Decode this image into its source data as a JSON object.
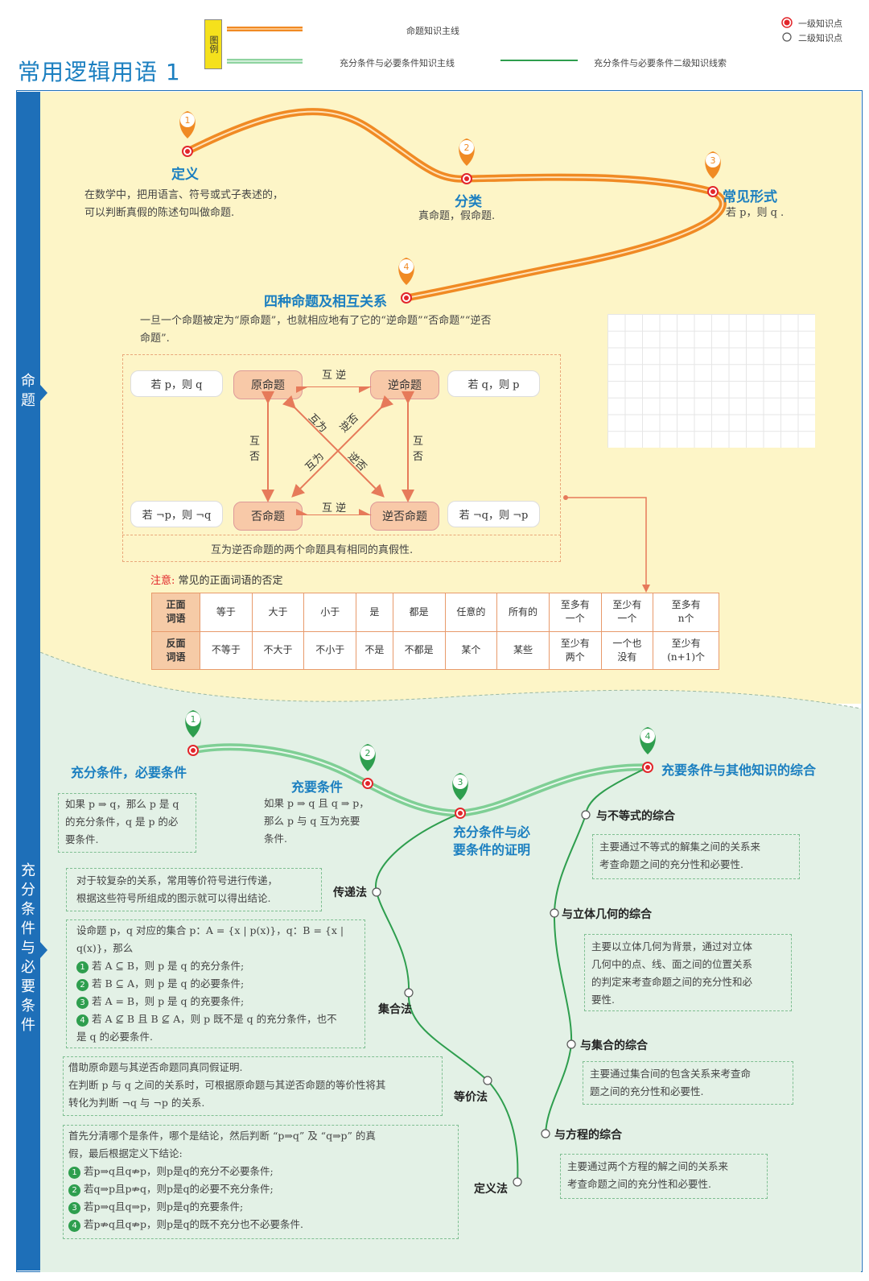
{
  "header": {
    "title": "常用逻辑用语 1",
    "legend_tag": "图例",
    "legend_main": "命题知识主线",
    "legend_green_main": "充分条件与必要条件知识主线",
    "legend_green_sub": "充分条件与必要条件二级知识线索",
    "legend_level1": "一级知识点",
    "legend_level2": "二级知识点"
  },
  "sidebar": {
    "top_label": "命题",
    "bottom_label": "充分条件与必要条件"
  },
  "proposition": {
    "nodes": [
      {
        "num": "1",
        "title": "定义",
        "text": "在数学中，把用语言、符号或式子表述的，\n可以判断真假的陈述句叫做命题."
      },
      {
        "num": "2",
        "title": "分类",
        "text": "真命题，假命题."
      },
      {
        "num": "3",
        "title": "常见形式",
        "text": "若 p，则 q ."
      },
      {
        "num": "4",
        "title": "四种命题及相互关系",
        "text": "一旦一个命题被定为“原命题”，也就相应地有了它的“逆命题”“否命题”“逆否\n命题”."
      }
    ],
    "diagram": {
      "original": "原命题",
      "converse": "逆命题",
      "inverse": "否命题",
      "contrapositive": "逆否命题",
      "form_original": "若 p，则 q",
      "form_converse": "若 q，则 p",
      "form_inverse": "若 ¬p，则 ¬q",
      "form_contrapositive": "若 ¬q，则 ¬p",
      "rel_top": "互 逆",
      "rel_bottom": "互 逆",
      "rel_left": "互\n否",
      "rel_right": "互\n否",
      "rel_diag1a": "互为",
      "rel_diag1b": "逆否",
      "rel_diag2a": "互为",
      "rel_diag2b": "逆否",
      "caption": "互为逆否命题的两个命题具有相同的真假性."
    },
    "note_label": "注意:",
    "note_text": "常见的正面词语的否定",
    "negation_table": {
      "row1_header": "正面\n词语",
      "row2_header": "反面\n词语",
      "positive": [
        "等于",
        "大于",
        "小于",
        "是",
        "都是",
        "任意的",
        "所有的",
        "至多有\n一个",
        "至少有\n一个",
        "至多有\nn个"
      ],
      "negative": [
        "不等于",
        "不大于",
        "不小于",
        "不是",
        "不都是",
        "某个",
        "某些",
        "至少有\n两个",
        "一个也\n没有",
        "至少有\n(n+1)个"
      ]
    }
  },
  "condition": {
    "nodes": [
      {
        "num": "1",
        "title": "充分条件，必要条件",
        "text": "如果 p ⇒ q，那么 p 是 q\n的充分条件，q 是 p 的必\n要条件."
      },
      {
        "num": "2",
        "title": "充要条件",
        "text": "如果 p ⇒ q 且 q ⇒ p，\n那么 p 与 q 互为充要\n条件."
      },
      {
        "num": "3",
        "title": "充分条件与必\n要条件的证明"
      },
      {
        "num": "4",
        "title": "充要条件与其他知识的综合"
      }
    ],
    "methods": [
      {
        "label": "传递法",
        "text": "对于较复杂的关系，常用等价符号进行传递，\n根据这些符号所组成的图示就可以得出结论."
      },
      {
        "label": "集合法",
        "intro": "设命题 p，q 对应的集合 p：A = {x | p(x)}，q：B = {x |\nq(x)}，那么",
        "items": [
          "若 A ⊆ B，则 p 是 q 的充分条件;",
          "若 B ⊆ A，则 p 是 q 的必要条件;",
          "若 A = B，则 p 是 q 的充要条件;",
          "若 A ⊈ B 且 B ⊈ A，则 p 既不是 q 的充分条件，也不\n是 q 的必要条件."
        ]
      },
      {
        "label": "等价法",
        "text": "借助原命题与其逆否命题同真同假证明.\n在判断 p 与 q 之间的关系时，可根据原命题与其逆否命题的等价性将其\n转化为判断 ¬q 与 ¬p 的关系."
      },
      {
        "label": "定义法",
        "intro": "首先分清哪个是条件，哪个是结论，然后判断 “p⇒q” 及 “q⇒p” 的真\n假，最后根据定义下结论:",
        "items": [
          "若p⇒q且q⇏p，则p是q的充分不必要条件;",
          "若q⇒p且p⇏q，则p是q的必要不充分条件;",
          "若p⇒q且q⇒p，则p是q的充要条件;",
          "若p⇏q且q⇏p，则p是q的既不充分也不必要条件."
        ]
      }
    ],
    "integrations": [
      {
        "label": "与不等式的综合",
        "text": "主要通过不等式的解集之间的关系来\n考查命题之间的充分性和必要性."
      },
      {
        "label": "与立体几何的综合",
        "text": "主要以立体几何为背景，通过对立体\n几何中的点、线、面之间的位置关系\n的判定来考查命题之间的充分性和必\n要性."
      },
      {
        "label": "与集合的综合",
        "text": "主要通过集合间的包含关系来考查命\n题之间的充分性和必要性."
      },
      {
        "label": "与方程的综合",
        "text": "主要通过两个方程的解之间的关系来\n考查命题之间的充分性和必要性."
      }
    ]
  },
  "colors": {
    "orange": "#f08a24",
    "green": "#2e9e4e",
    "blue": "#1b7fc0",
    "red": "#e2262b"
  }
}
